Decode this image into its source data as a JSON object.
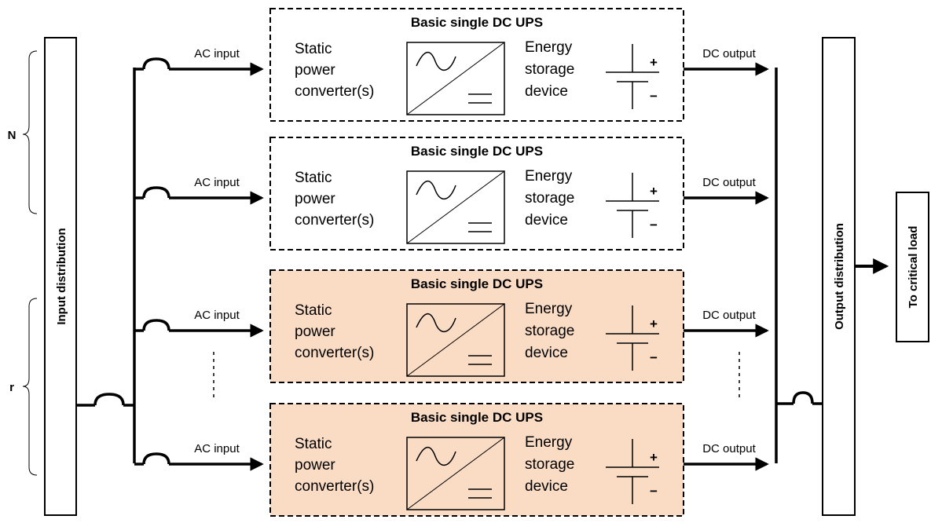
{
  "labels": {
    "n": "N",
    "r": "r",
    "input_distribution": "Input distribution",
    "output_distribution": "Output distribution",
    "critical_load": "To critical load"
  },
  "colors": {
    "redundant_fill": "#FADBC4",
    "normal_fill": "#ffffff"
  },
  "ups_units": [
    {
      "title": "Basic single DC UPS",
      "ac_input": "AC input",
      "dc_output": "DC output",
      "converter": [
        "Static",
        "power",
        "converter(s)"
      ],
      "storage": [
        "Energy",
        "storage",
        "device"
      ],
      "highlighted": false
    },
    {
      "title": "Basic single DC UPS",
      "ac_input": "AC input",
      "dc_output": "DC output",
      "converter": [
        "Static",
        "power",
        "converter(s)"
      ],
      "storage": [
        "Energy",
        "storage",
        "device"
      ],
      "highlighted": false
    },
    {
      "title": "Basic single DC UPS",
      "ac_input": "AC input",
      "dc_output": "DC output",
      "converter": [
        "Static",
        "power",
        "converter(s)"
      ],
      "storage": [
        "Energy",
        "storage",
        "device"
      ],
      "highlighted": true
    },
    {
      "title": "Basic single DC UPS",
      "ac_input": "AC input",
      "dc_output": "DC output",
      "converter": [
        "Static",
        "power",
        "converter(s)"
      ],
      "storage": [
        "Energy",
        "storage",
        "device"
      ],
      "highlighted": true
    }
  ],
  "battery_symbols": {
    "plus": "+",
    "minus": "−"
  }
}
